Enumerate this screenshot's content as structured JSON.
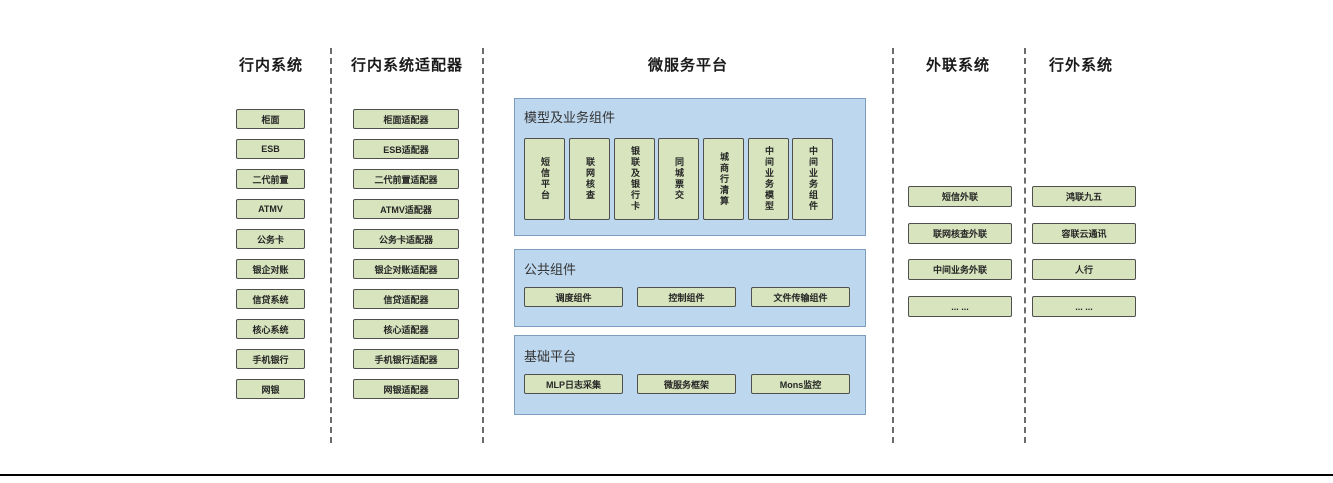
{
  "colors": {
    "box_fill": "#d7e4bd",
    "box_border": "#4f4f4f",
    "panel_fill": "#bdd7ee",
    "panel_border": "#7d9ebf",
    "divider": "#6b6b6b",
    "bottom_rule": "#000000"
  },
  "columns": [
    {
      "title": "行内系统",
      "items": [
        "柜面",
        "ESB",
        "二代前置",
        "ATMV",
        "公务卡",
        "银企对账",
        "信贷系统",
        "核心系统",
        "手机银行",
        "网银"
      ]
    },
    {
      "title": "行内系统适配器",
      "items": [
        "柜面适配器",
        "ESB适配器",
        "二代前置适配器",
        "ATMV适配器",
        "公务卡适配器",
        "银企对账适配器",
        "信贷适配器",
        "核心适配器",
        "手机银行适配器",
        "网银适配器"
      ]
    },
    {
      "title": "微服务平台",
      "panels": [
        {
          "title": "模型及业务组件",
          "items": [
            "短信平台",
            "联网核查",
            "银联及银行卡",
            "同城票交",
            "城商行清算",
            "中间业务模型",
            "中间业务组件"
          ]
        },
        {
          "title": "公共组件",
          "items": [
            "调度组件",
            "控制组件",
            "文件传输组件"
          ]
        },
        {
          "title": "基础平台",
          "items": [
            "MLP日志采集",
            "微服务框架",
            "Mons监控"
          ]
        }
      ]
    },
    {
      "title": "外联系统",
      "items": [
        "短信外联",
        "联网核查外联",
        "中间业务外联",
        "... ..."
      ]
    },
    {
      "title": "行外系统",
      "items": [
        "鸿联九五",
        "容联云通讯",
        "人行",
        "... ..."
      ]
    }
  ]
}
